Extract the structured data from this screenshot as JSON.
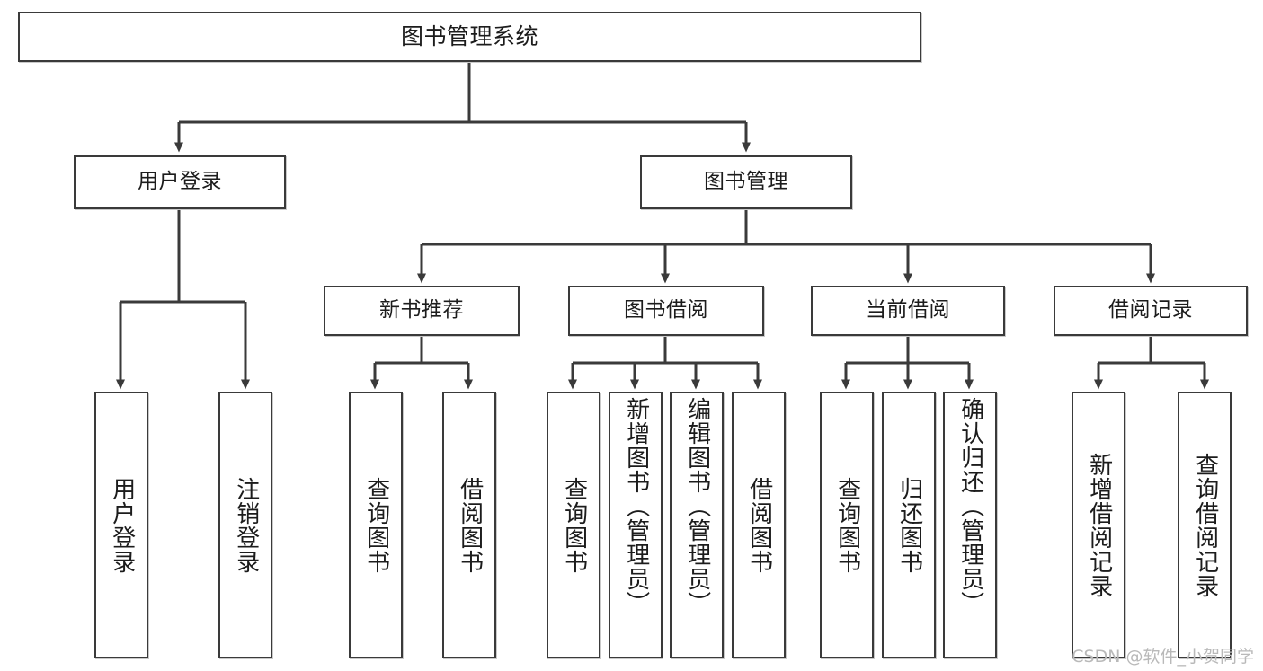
{
  "diagram": {
    "title": "图书管理系统",
    "type": "hierarchy-tree",
    "orientation": "top-down",
    "colors": {
      "box_border": "#3a3a3a",
      "box_fill": "#ffffff",
      "edge": "#3a3a3a",
      "text": "#1c1c1c",
      "watermark": "#b9b9b9",
      "background": "#ffffff"
    }
  },
  "root": {
    "label": "图书管理系统"
  },
  "level1": [
    {
      "label": "用户登录"
    },
    {
      "label": "图书管理"
    }
  ],
  "level2": [
    {
      "label": "新书推荐"
    },
    {
      "label": "图书借阅"
    },
    {
      "label": "当前借阅"
    },
    {
      "label": "借阅记录"
    }
  ],
  "leaves": {
    "user_login": [
      {
        "label": "用户登录"
      },
      {
        "label": "注销登录"
      }
    ],
    "new_book_recommend": [
      {
        "label": "查询图书"
      },
      {
        "label": "借阅图书"
      }
    ],
    "book_borrow": [
      {
        "label": "查询图书"
      },
      {
        "label": "新增图书（管理员）"
      },
      {
        "label": "编辑图书（管理员）"
      },
      {
        "label": "借阅图书"
      }
    ],
    "current_borrow": [
      {
        "label": "查询图书"
      },
      {
        "label": "归还图书"
      },
      {
        "label": "确认归还（管理员）"
      }
    ],
    "borrow_record": [
      {
        "label": "新增借阅记录"
      },
      {
        "label": "查询借阅记录"
      }
    ]
  },
  "watermark": {
    "text": "CSDN @软件_小贺同学"
  }
}
